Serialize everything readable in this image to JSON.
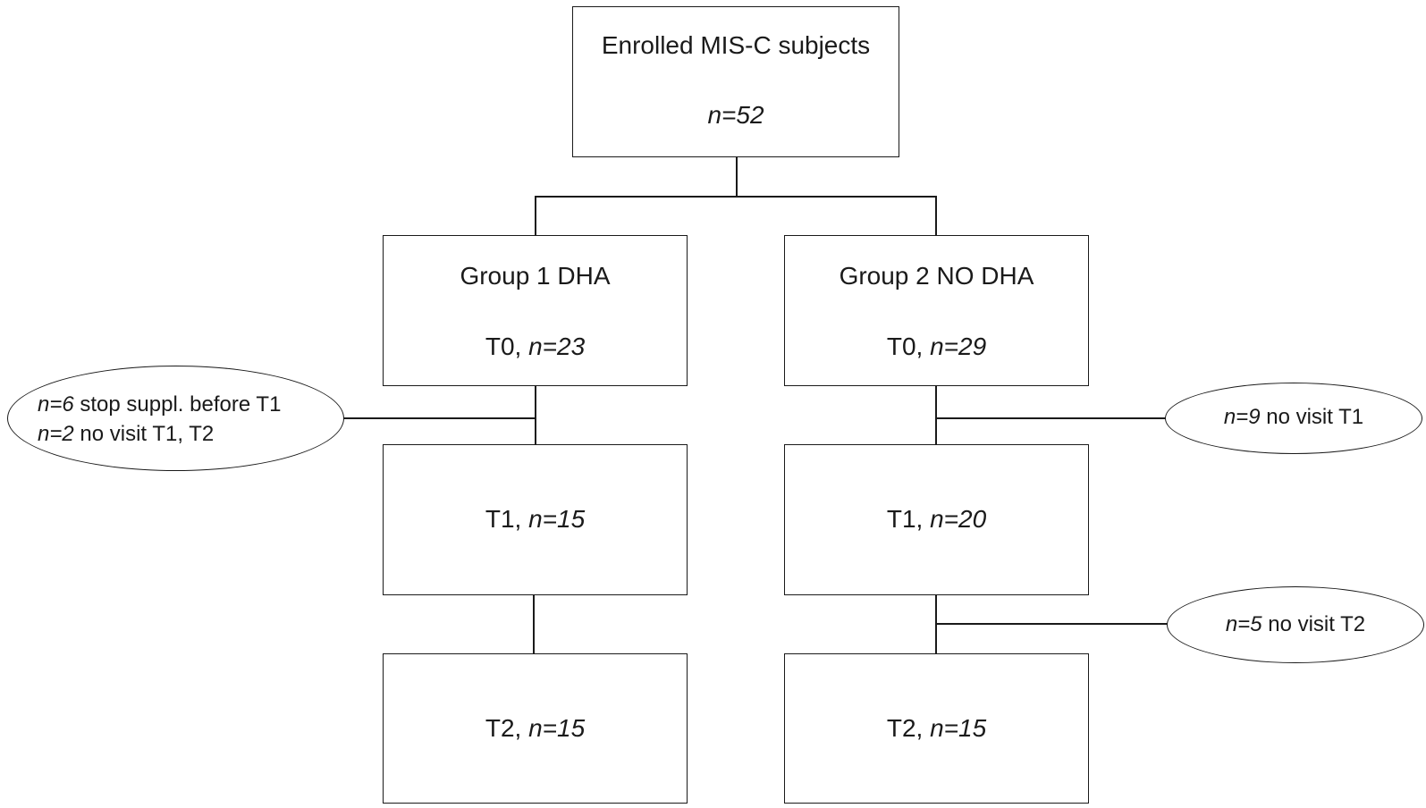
{
  "enrolled": {
    "title": "Enrolled MIS-C subjects",
    "n_label": "n=52"
  },
  "group1": {
    "title": "Group 1 DHA",
    "t0": {
      "prefix": "T0, ",
      "n": "n=23"
    },
    "t1": {
      "prefix": "T1, ",
      "n": "n=15"
    },
    "t2": {
      "prefix": "T2, ",
      "n": "n=15"
    },
    "dropout_t1": {
      "line1_n": "n=6",
      "line1_text": " stop suppl. before T1",
      "line2_n": "n=2",
      "line2_text": " no visit T1, T2"
    }
  },
  "group2": {
    "title": "Group 2 NO DHA",
    "t0": {
      "prefix": "T0, ",
      "n": "n=29"
    },
    "t1": {
      "prefix": "T1, ",
      "n": "n=20"
    },
    "t2": {
      "prefix": "T2, ",
      "n": "n=15"
    },
    "dropout_t1": {
      "n": "n=9",
      "text": " no visit T1"
    },
    "dropout_t2": {
      "n": "n=5",
      "text": " no visit T2"
    }
  }
}
